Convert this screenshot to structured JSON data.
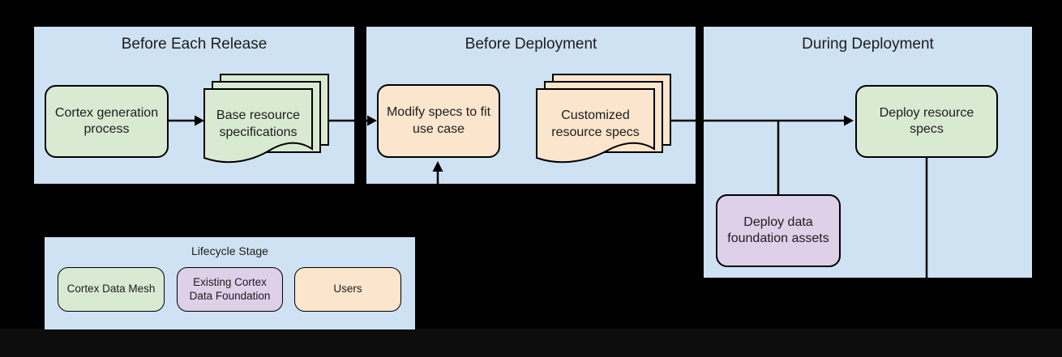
{
  "colors": {
    "background": "#000000",
    "footer_strip": "#0d0d0d",
    "panel_blue": "#cfe2f3",
    "cortex_data_mesh_green": "#d9ead3",
    "existing_foundation_purple": "#ddd0e8",
    "users_peach": "#fce5cd",
    "connector_black": "#000000",
    "text": "#1c1c1c"
  },
  "panels": {
    "release": {
      "title": "Before Each Release"
    },
    "before_deployment": {
      "title": "Before Deployment"
    },
    "during_deployment": {
      "title": "During Deployment"
    }
  },
  "nodes": {
    "cortex_generation": {
      "label": "Cortex generation process",
      "category": "Cortex Data Mesh"
    },
    "base_specs": {
      "label": "Base resource specifications",
      "category": "Cortex Data Mesh"
    },
    "modify_specs": {
      "label": "Modify specs to fit use case",
      "category": "Users"
    },
    "customized_specs": {
      "label": "Customized resource specs",
      "category": "Users"
    },
    "deploy_specs": {
      "label": "Deploy resource specs",
      "category": "Cortex Data Mesh"
    },
    "deploy_foundation": {
      "label": "Deploy data foundation assets",
      "category": "Existing Cortex Data Foundation"
    }
  },
  "legend": {
    "title": "Lifecycle Stage",
    "items": [
      {
        "label": "Cortex Data Mesh",
        "color": "#d9ead3"
      },
      {
        "label": "Existing Cortex Data Foundation",
        "color": "#ddd0e8"
      },
      {
        "label": "Users",
        "color": "#fce5cd"
      }
    ]
  }
}
